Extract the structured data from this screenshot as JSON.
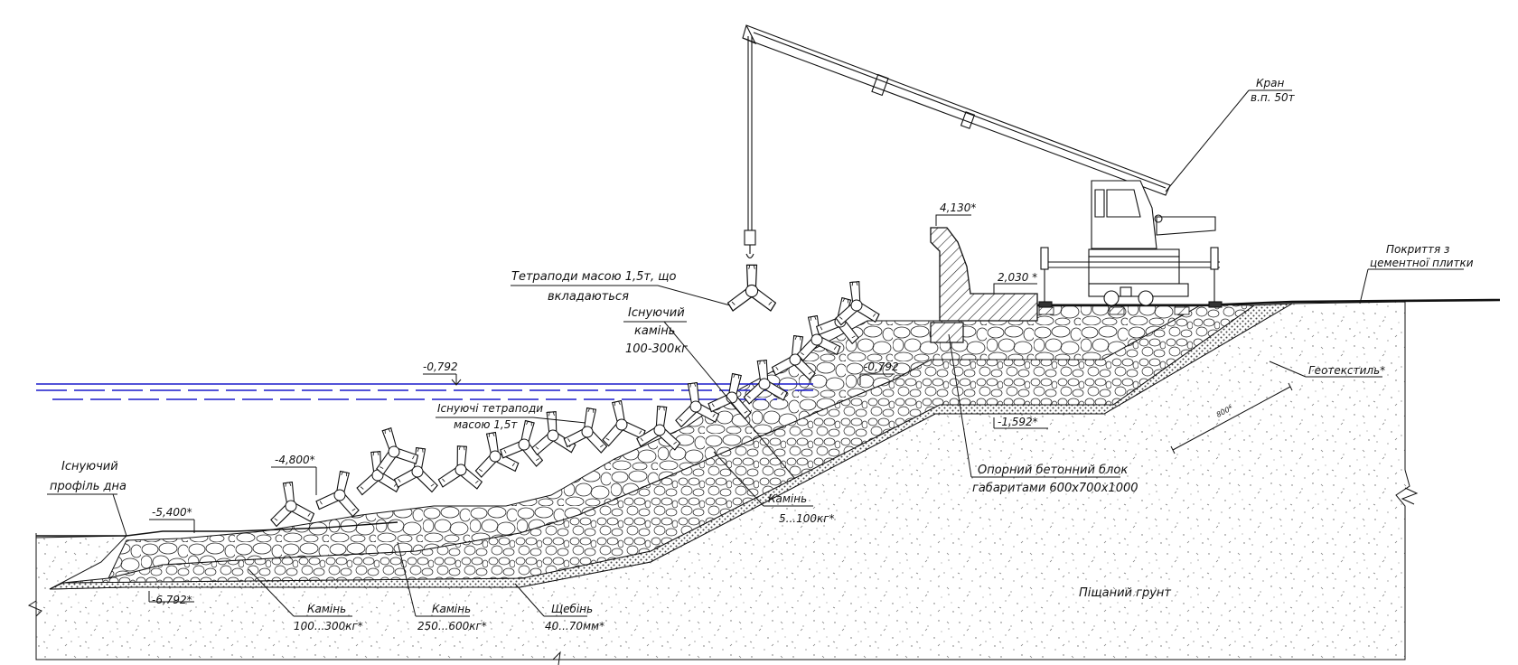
{
  "labels": {
    "tetrapods_new_1": "Тетраподи масою 1,5т, що",
    "tetrapods_new_2": "вкладаються",
    "existing_stone_1": "Існуючий",
    "existing_stone_2": "камінь",
    "existing_stone_3": "100-300кг",
    "existing_tetrapods_1": "Існуючі тетраподи",
    "existing_tetrapods_2": "масою 1,5т",
    "existing_profile_1": "Існуючий",
    "existing_profile_2": "профіль дна",
    "crane_1": "Кран",
    "crane_2": "в.п. 50т",
    "coating_1": "Покриття з",
    "coating_2": "цементної плитки",
    "geotextile": "Геотекстиль*",
    "support_block_1": "Опорний бетонний блок",
    "support_block_2": "габаритами 600х700х1000",
    "stone_5_100_1": "Камінь",
    "stone_5_100_2": "5...100кг*",
    "stone_100_300_1": "Камінь",
    "stone_100_300_2": "100...300кг*",
    "stone_250_600_1": "Камінь",
    "stone_250_600_2": "250...600кг*",
    "crushed_1": "Щебінь",
    "crushed_2": "40...70мм*",
    "sandy_soil": "Піщаний грунт",
    "dim_800": "800*"
  },
  "elevations": {
    "e_4130": "4,130*",
    "e_2030": "2,030 *",
    "e_0792_water": "-0,792",
    "e_0792_slope": "-0,792",
    "e_1592": "-1,592*",
    "e_4800": "-4,800*",
    "e_5400": "-5,400*",
    "e_6792": "-6,792*"
  },
  "colors": {
    "water": "#1a1acc",
    "line": "#111111",
    "hatch_fill": "#555555"
  }
}
